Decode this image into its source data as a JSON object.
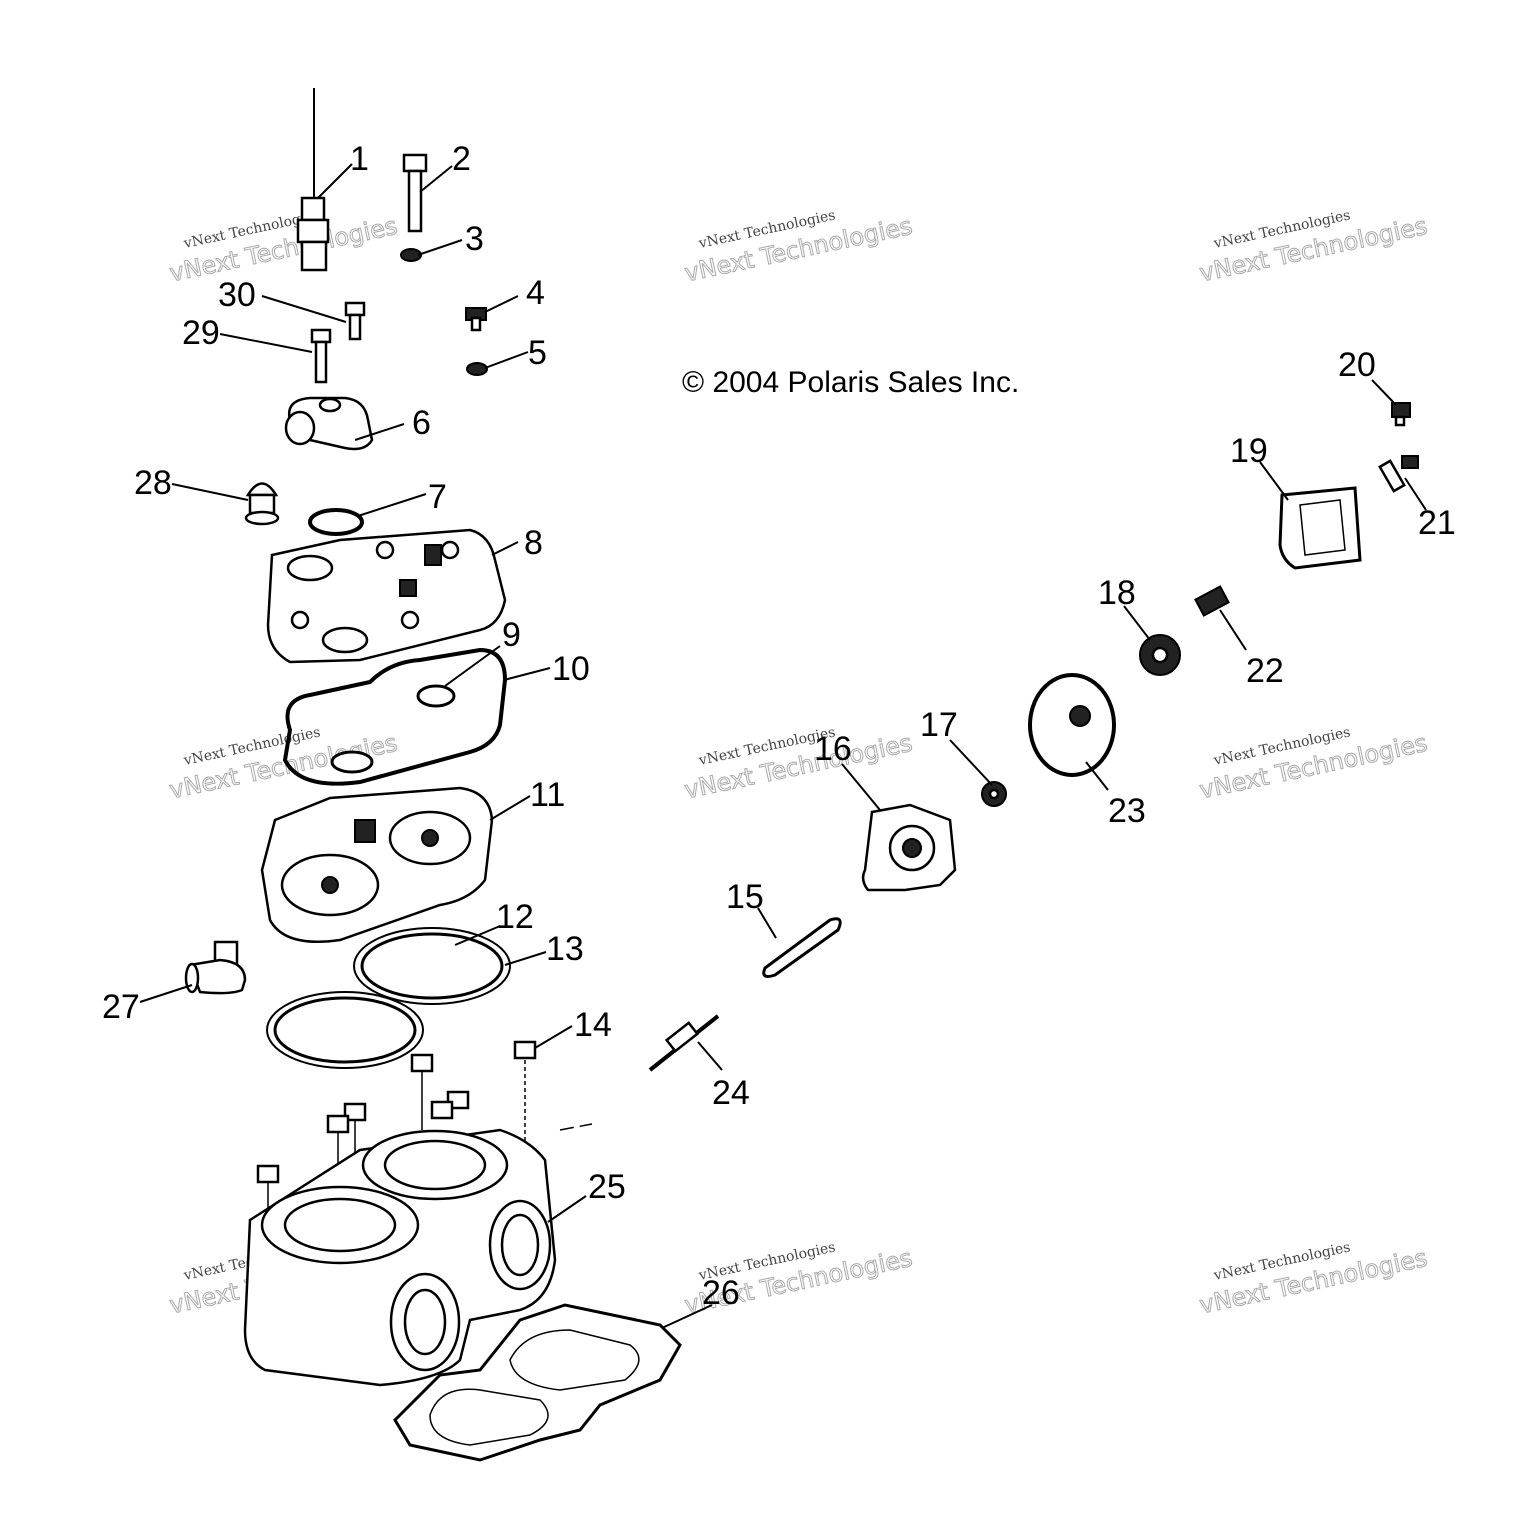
{
  "copyright": "© 2004 Polaris Sales Inc.",
  "watermark": {
    "line1": "vNext Technologies",
    "line2": "vNext Technologies"
  },
  "callouts": [
    "1",
    "2",
    "3",
    "4",
    "5",
    "6",
    "7",
    "8",
    "9",
    "10",
    "11",
    "12",
    "13",
    "14",
    "15",
    "16",
    "17",
    "18",
    "19",
    "20",
    "21",
    "22",
    "23",
    "24",
    "25",
    "26",
    "27",
    "28",
    "29",
    "30"
  ]
}
